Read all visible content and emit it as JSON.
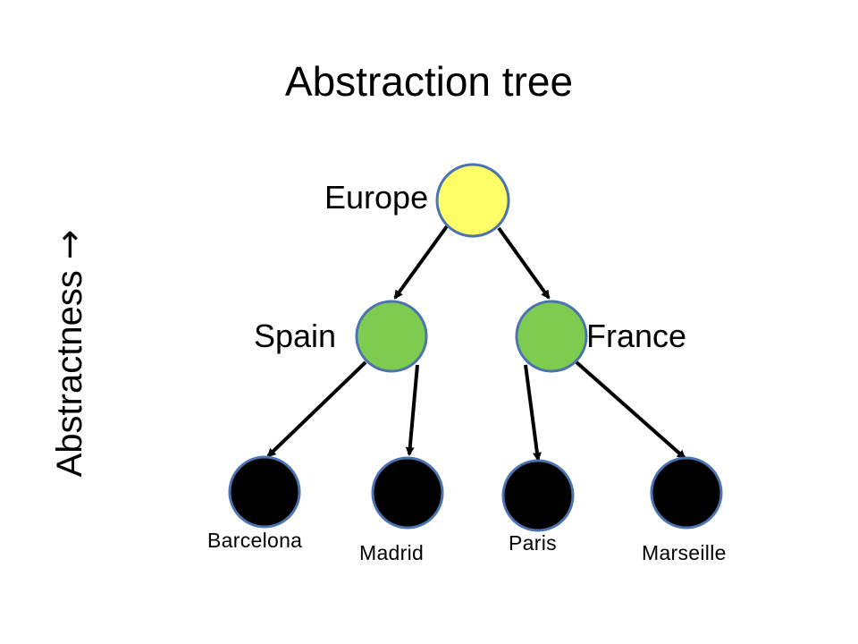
{
  "title": "Abstraction tree",
  "axis": {
    "label": "Abstractness",
    "arrow": "→"
  },
  "colors": {
    "root_fill": "#ffff66",
    "mid_fill": "#7dcc4f",
    "leaf_fill": "#000000",
    "node_stroke": "#4a73b0",
    "edge": "#000000"
  },
  "tree": {
    "root": {
      "label": "Europe"
    },
    "level1": [
      {
        "label": "Spain"
      },
      {
        "label": "France"
      }
    ],
    "leaves": [
      {
        "label": "Barcelona",
        "parent": "Spain"
      },
      {
        "label": "Madrid",
        "parent": "Spain"
      },
      {
        "label": "Paris",
        "parent": "France"
      },
      {
        "label": "Marseille",
        "parent": "France"
      }
    ]
  }
}
